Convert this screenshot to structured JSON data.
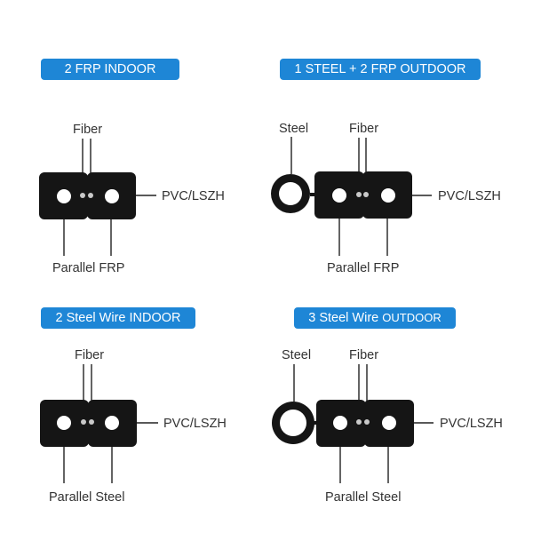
{
  "colors": {
    "badge": "#1e86d6",
    "cable": "#151515",
    "hole": "#ffffff",
    "line": "#222222",
    "fiber_dot": "#c9c9c9"
  },
  "panels": [
    {
      "title": "2 FRP INDOOR",
      "labels": {
        "fiber": "Fiber",
        "jacket": "PVC/LSZH",
        "bottom": "Parallel FRP"
      }
    },
    {
      "title": "1 STEEL + 2 FRP OUTDOOR",
      "labels": {
        "steel": "Steel",
        "fiber": "Fiber",
        "jacket": "PVC/LSZH",
        "bottom": "Parallel FRP"
      }
    },
    {
      "title": "2 Steel Wire INDOOR",
      "labels": {
        "fiber": "Fiber",
        "jacket": "PVC/LSZH",
        "bottom": "Parallel Steel"
      }
    },
    {
      "title_main": "3 Steel Wire ",
      "title_small": "OUTDOOR",
      "labels": {
        "steel": "Steel",
        "fiber": "Fiber",
        "jacket": "PVC/LSZH",
        "bottom": "Parallel Steel"
      }
    }
  ]
}
